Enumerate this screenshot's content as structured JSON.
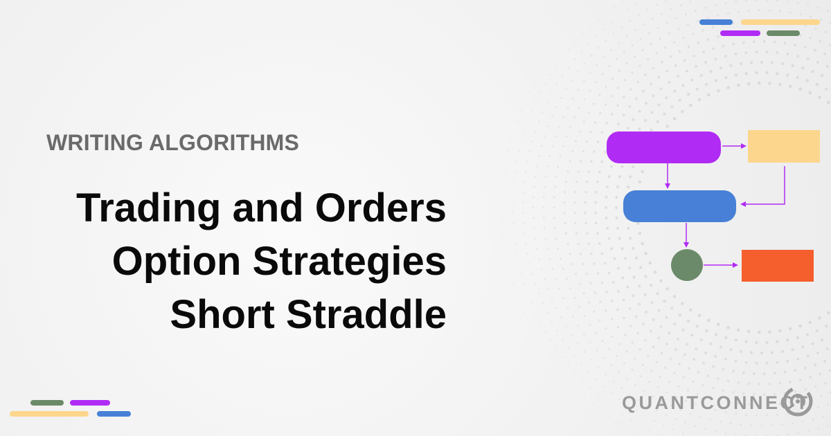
{
  "header": {
    "kicker": "WRITING ALGORITHMS"
  },
  "title": {
    "lines": [
      "Trading and Orders",
      "Option Strategies",
      "Short Straddle"
    ]
  },
  "brand": {
    "name": "QUANTCONNECT",
    "logo_icon": "quantconnect-logo-icon"
  },
  "colors": {
    "purple": "#b02cf4",
    "yellow": "#fdd68d",
    "blue": "#4780d6",
    "green": "#6b8a69",
    "orange": "#f45f2d",
    "text_dark": "#0a0a0a",
    "text_muted": "#6a6a6a",
    "logo_gray": "#9a9a9a",
    "background": "#f4f4f4"
  },
  "diagram": {
    "nodes": [
      {
        "id": "node-purple-pill",
        "shape": "pill",
        "color": "purple"
      },
      {
        "id": "node-yellow-rect",
        "shape": "rect",
        "color": "yellow"
      },
      {
        "id": "node-blue-pill",
        "shape": "pill",
        "color": "blue"
      },
      {
        "id": "node-green-circle",
        "shape": "circle",
        "color": "green"
      },
      {
        "id": "node-orange-rect",
        "shape": "rect",
        "color": "orange"
      }
    ],
    "arrows": [
      {
        "from": "node-purple-pill",
        "to": "node-yellow-rect"
      },
      {
        "from": "node-purple-pill",
        "to": "node-blue-pill"
      },
      {
        "from": "node-yellow-rect",
        "to": "node-blue-pill"
      },
      {
        "from": "node-blue-pill",
        "to": "node-green-circle"
      },
      {
        "from": "node-green-circle",
        "to": "node-orange-rect"
      }
    ],
    "arrow_color": "purple"
  }
}
